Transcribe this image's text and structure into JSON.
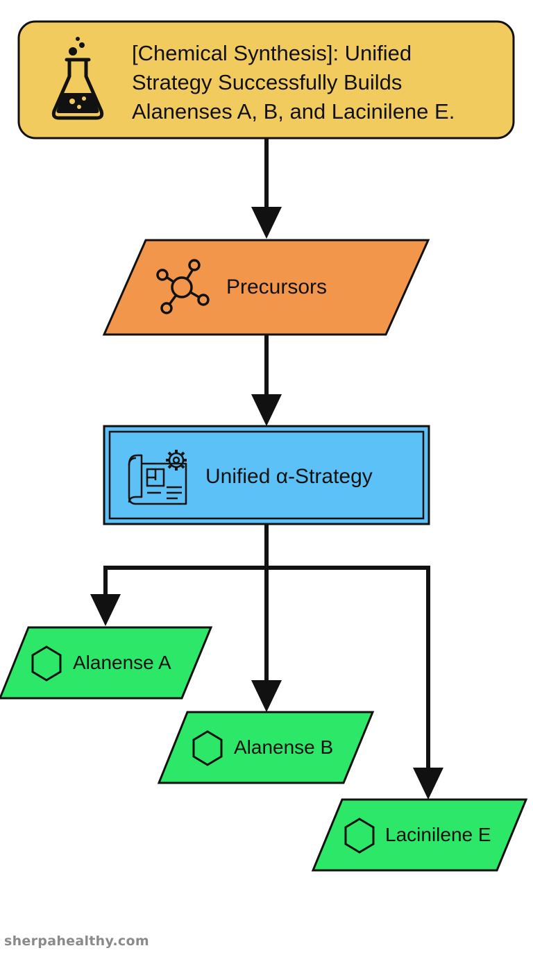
{
  "title": {
    "lines": [
      "[Chemical Synthesis]: Unified",
      "Strategy Successfully Builds",
      "Alanenses A, B, and Lacinilene E."
    ]
  },
  "nodes": {
    "precursors": {
      "label": "Precursors"
    },
    "strategy": {
      "label": "Unified α-Strategy"
    },
    "alanense_a": {
      "label": "Alanense A"
    },
    "alanense_b": {
      "label": "Alanense B"
    },
    "lacinilene_e": {
      "label": "Lacinilene E"
    }
  },
  "colors": {
    "title_fill": "#F2CB5E",
    "precursors_fill": "#F1964B",
    "strategy_fill": "#5BC1F7",
    "product_fill": "#2DE768",
    "stroke": "#111111"
  },
  "icons": {
    "title": "flask-icon",
    "precursors": "molecule-icon",
    "strategy": "blueprint-gear-icon",
    "products": "hexagon-icon"
  },
  "watermark": "sherpahealthy.com"
}
